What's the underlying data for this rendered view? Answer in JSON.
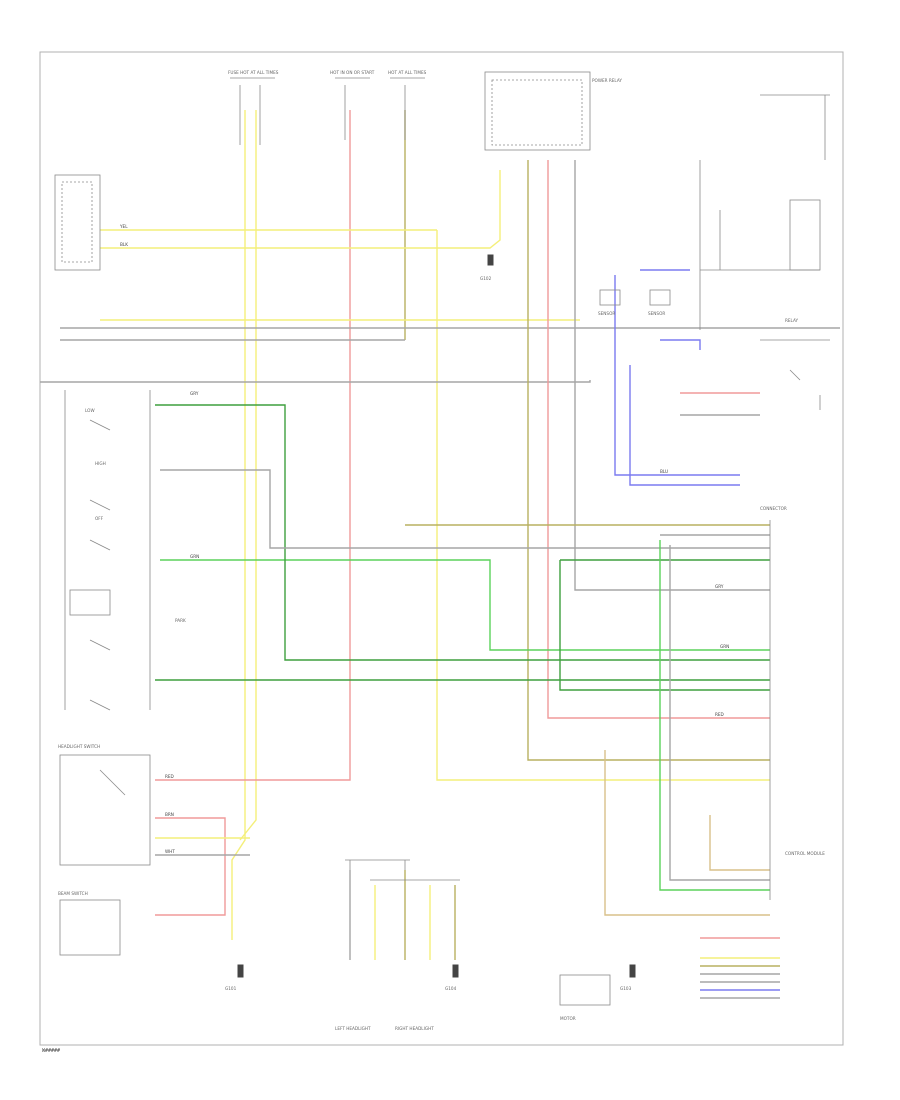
{
  "page": {
    "code": "W#####"
  },
  "colors": {
    "frame": "#b0b0b0",
    "wire_yellow": "#f4ef7a",
    "wire_red": "#f09a9a",
    "wire_green": "#5bd25b",
    "wire_green_dark": "#3f9f3f",
    "wire_olive": "#b8b060",
    "wire_gray": "#a6a6a6",
    "wire_blue": "#7b7bf0",
    "wire_tan": "#d9c08a",
    "component": "#8a8a8a"
  },
  "labels": {
    "fuse_a": "FUSE HOT AT ALL TIMES",
    "fuse_b": "HOT IN ON OR START",
    "fuse_c": "HOT AT ALL TIMES",
    "relay_box": "POWER RELAY",
    "light_switch": "HEADLIGHT SWITCH",
    "lamp_left": "LEFT HEADLIGHT",
    "lamp_right": "RIGHT HEADLIGHT",
    "ground_a": "G101",
    "ground_b": "G102",
    "ground_c": "G103",
    "ground_d": "G104",
    "module_right": "CONTROL MODULE",
    "beam_switch": "BEAM SWITCH",
    "low": "LOW",
    "high": "HIGH",
    "off": "OFF",
    "park": "PARK",
    "relay_right": "RELAY",
    "sensor_a": "SENSOR",
    "sensor_b": "SENSOR",
    "connector": "CONNECTOR",
    "motor": "MOTOR"
  },
  "wire_codes": {
    "yel": "YEL",
    "red": "RED",
    "grn": "GRN",
    "blu": "BLU",
    "gry": "GRY",
    "brn": "BRN",
    "wht": "WHT",
    "blk": "BLK"
  }
}
